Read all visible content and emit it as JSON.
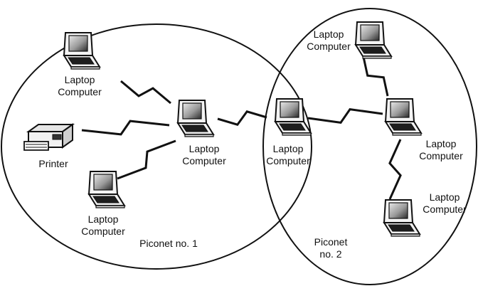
{
  "piconets": [
    {
      "label_lines": [
        "Piconet no. 1"
      ]
    },
    {
      "label_lines": [
        "Piconet",
        "no. 2"
      ]
    }
  ],
  "devices": [
    {
      "id": "laptop-top-left",
      "kind": "laptop",
      "label_lines": [
        "Laptop",
        "Computer"
      ]
    },
    {
      "id": "printer",
      "kind": "printer",
      "label_lines": [
        "Printer"
      ]
    },
    {
      "id": "laptop-bottom-left",
      "kind": "laptop",
      "label_lines": [
        "Laptop",
        "Computer"
      ]
    },
    {
      "id": "laptop-center-left",
      "kind": "laptop",
      "label_lines": [
        "Laptop",
        "Computer"
      ]
    },
    {
      "id": "laptop-bridge",
      "kind": "laptop",
      "label_lines": [
        "Laptop",
        "Computer"
      ]
    },
    {
      "id": "laptop-top-right",
      "kind": "laptop",
      "label_lines": [
        "Laptop",
        "Computer"
      ]
    },
    {
      "id": "laptop-mid-right",
      "kind": "laptop",
      "label_lines": [
        "Laptop",
        "Computer"
      ]
    },
    {
      "id": "laptop-bottom-right",
      "kind": "laptop",
      "label_lines": [
        "Laptop",
        "Computer"
      ]
    }
  ],
  "links": [
    {
      "from": "laptop-top-left",
      "to": "laptop-center-left"
    },
    {
      "from": "printer",
      "to": "laptop-center-left"
    },
    {
      "from": "laptop-bottom-left",
      "to": "laptop-center-left"
    },
    {
      "from": "laptop-center-left",
      "to": "laptop-bridge"
    },
    {
      "from": "laptop-bridge",
      "to": "laptop-mid-right"
    },
    {
      "from": "laptop-top-right",
      "to": "laptop-mid-right"
    },
    {
      "from": "laptop-mid-right",
      "to": "laptop-bottom-right"
    }
  ],
  "colors": {
    "line": "#111111",
    "screen_dark": "#222222",
    "screen_light": "#e8e8e8"
  }
}
